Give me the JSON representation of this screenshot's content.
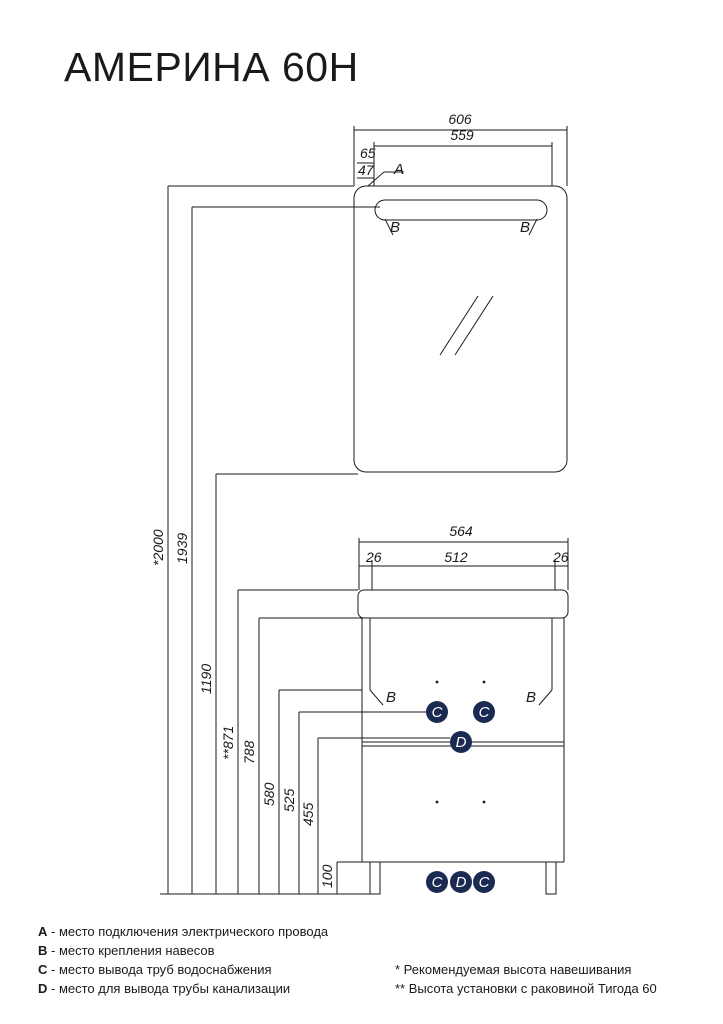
{
  "title": "АМЕРИНА 60Н",
  "dimensions": {
    "mirror_width": "606",
    "mirror_inner": "559",
    "offset_65": "65",
    "offset_47": "47",
    "height_2000": "*2000",
    "height_1939": "1939",
    "height_1190": "1190",
    "height_871": "**871",
    "height_788": "788",
    "height_580": "580",
    "height_525": "525",
    "height_455": "455",
    "height_100": "100",
    "cabinet_width": "564",
    "cabinet_inner": "512",
    "side_26_left": "26",
    "side_26_right": "26"
  },
  "markers": {
    "a": "A",
    "b": "B",
    "c": "C",
    "d": "D"
  },
  "marker_color": "#1b2a52",
  "legend": [
    {
      "key": "A",
      "text": " - место подключения электрического провода"
    },
    {
      "key": "B",
      "text": " - место крепления навесов"
    },
    {
      "key": "C",
      "text": " - место вывода труб водоснабжения"
    },
    {
      "key": "D",
      "text": " - место для вывода трубы канализации"
    }
  ],
  "notes": [
    "* Рекомендуемая высота навешивания",
    "** Высота установки с раковиной Тигода 60"
  ]
}
